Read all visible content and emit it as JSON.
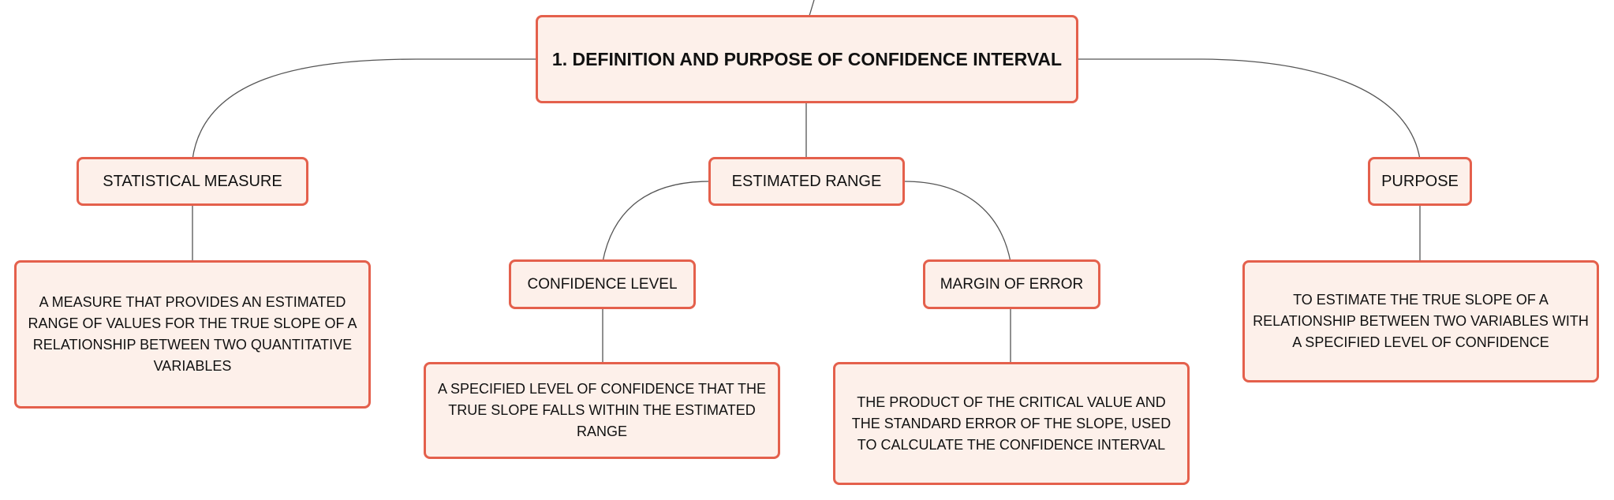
{
  "diagram": {
    "root": {
      "label": "1. DEFINITION AND PURPOSE OF CONFIDENCE INTERVAL"
    },
    "statistical_measure": {
      "label": "STATISTICAL MEASURE",
      "detail": "A MEASURE THAT PROVIDES AN ESTIMATED RANGE OF VALUES FOR THE TRUE SLOPE OF A RELATIONSHIP BETWEEN TWO QUANTITATIVE VARIABLES"
    },
    "estimated_range": {
      "label": "ESTIMATED RANGE",
      "confidence_level": {
        "label": "CONFIDENCE LEVEL",
        "detail": "A SPECIFIED LEVEL OF CONFIDENCE THAT THE TRUE SLOPE FALLS WITHIN THE ESTIMATED RANGE"
      },
      "margin_of_error": {
        "label": "MARGIN OF ERROR",
        "detail": "THE PRODUCT OF THE CRITICAL VALUE AND THE STANDARD ERROR OF THE SLOPE, USED TO CALCULATE THE CONFIDENCE INTERVAL"
      }
    },
    "purpose": {
      "label": "PURPOSE",
      "detail": "TO ESTIMATE THE TRUE SLOPE OF A RELATIONSHIP BETWEEN TWO VARIABLES WITH A SPECIFIED LEVEL OF CONFIDENCE"
    }
  },
  "colors": {
    "node_border": "#e4604c",
    "node_fill": "#fdf0ea",
    "connector": "#555555",
    "text": "#111111"
  }
}
